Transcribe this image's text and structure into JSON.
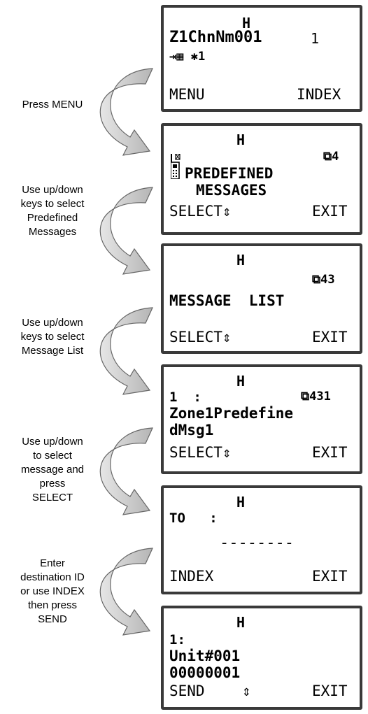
{
  "steps": [
    {
      "caption": [],
      "screen": {
        "header": "H",
        "lines": [
          "Z1ChnNm001",
          "1"
        ],
        "icons_line": "⇥▦ ✱1",
        "softkeys": [
          "MENU",
          "INDEX"
        ]
      }
    },
    {
      "caption": [
        "Press MENU"
      ],
      "screen": {
        "header": "H",
        "path": "⧉4",
        "lines": [
          "PREDEFINED",
          "MESSAGES"
        ],
        "softkeys": [
          "SELECT⇕",
          "EXIT"
        ]
      }
    },
    {
      "caption": [
        "Use up/down",
        "keys to select",
        "Predefined",
        "Messages"
      ],
      "screen": {
        "header": "H",
        "path": "⧉43",
        "lines": [
          "MESSAGE  LIST"
        ],
        "softkeys": [
          "SELECT⇕",
          "EXIT"
        ]
      }
    },
    {
      "caption": [
        "Use up/down",
        "keys to select",
        "Message List"
      ],
      "screen": {
        "header": "H",
        "path": "⧉431",
        "lines": [
          "1  :",
          "Zone1Predefine",
          "dMsg1"
        ],
        "softkeys": [
          "SELECT⇕",
          "EXIT"
        ]
      }
    },
    {
      "caption": [
        "Use up/down",
        "to select",
        "message and",
        "press",
        "SELECT"
      ],
      "screen": {
        "header": "H",
        "lines": [
          "TO   :",
          "--------"
        ],
        "softkeys": [
          "INDEX",
          "EXIT"
        ]
      }
    },
    {
      "caption": [
        "Enter",
        "destination ID",
        "or use INDEX",
        "then press",
        "SEND"
      ],
      "screen": {
        "header": "H",
        "lines": [
          "1:",
          "Unit#001",
          "00000001"
        ],
        "softkeys": [
          "SEND",
          "⇕",
          "EXIT"
        ]
      }
    }
  ],
  "colors": {
    "frame": "#3a3a3a",
    "arrow_fill": "#c8c8c8",
    "arrow_stroke": "#666666"
  }
}
